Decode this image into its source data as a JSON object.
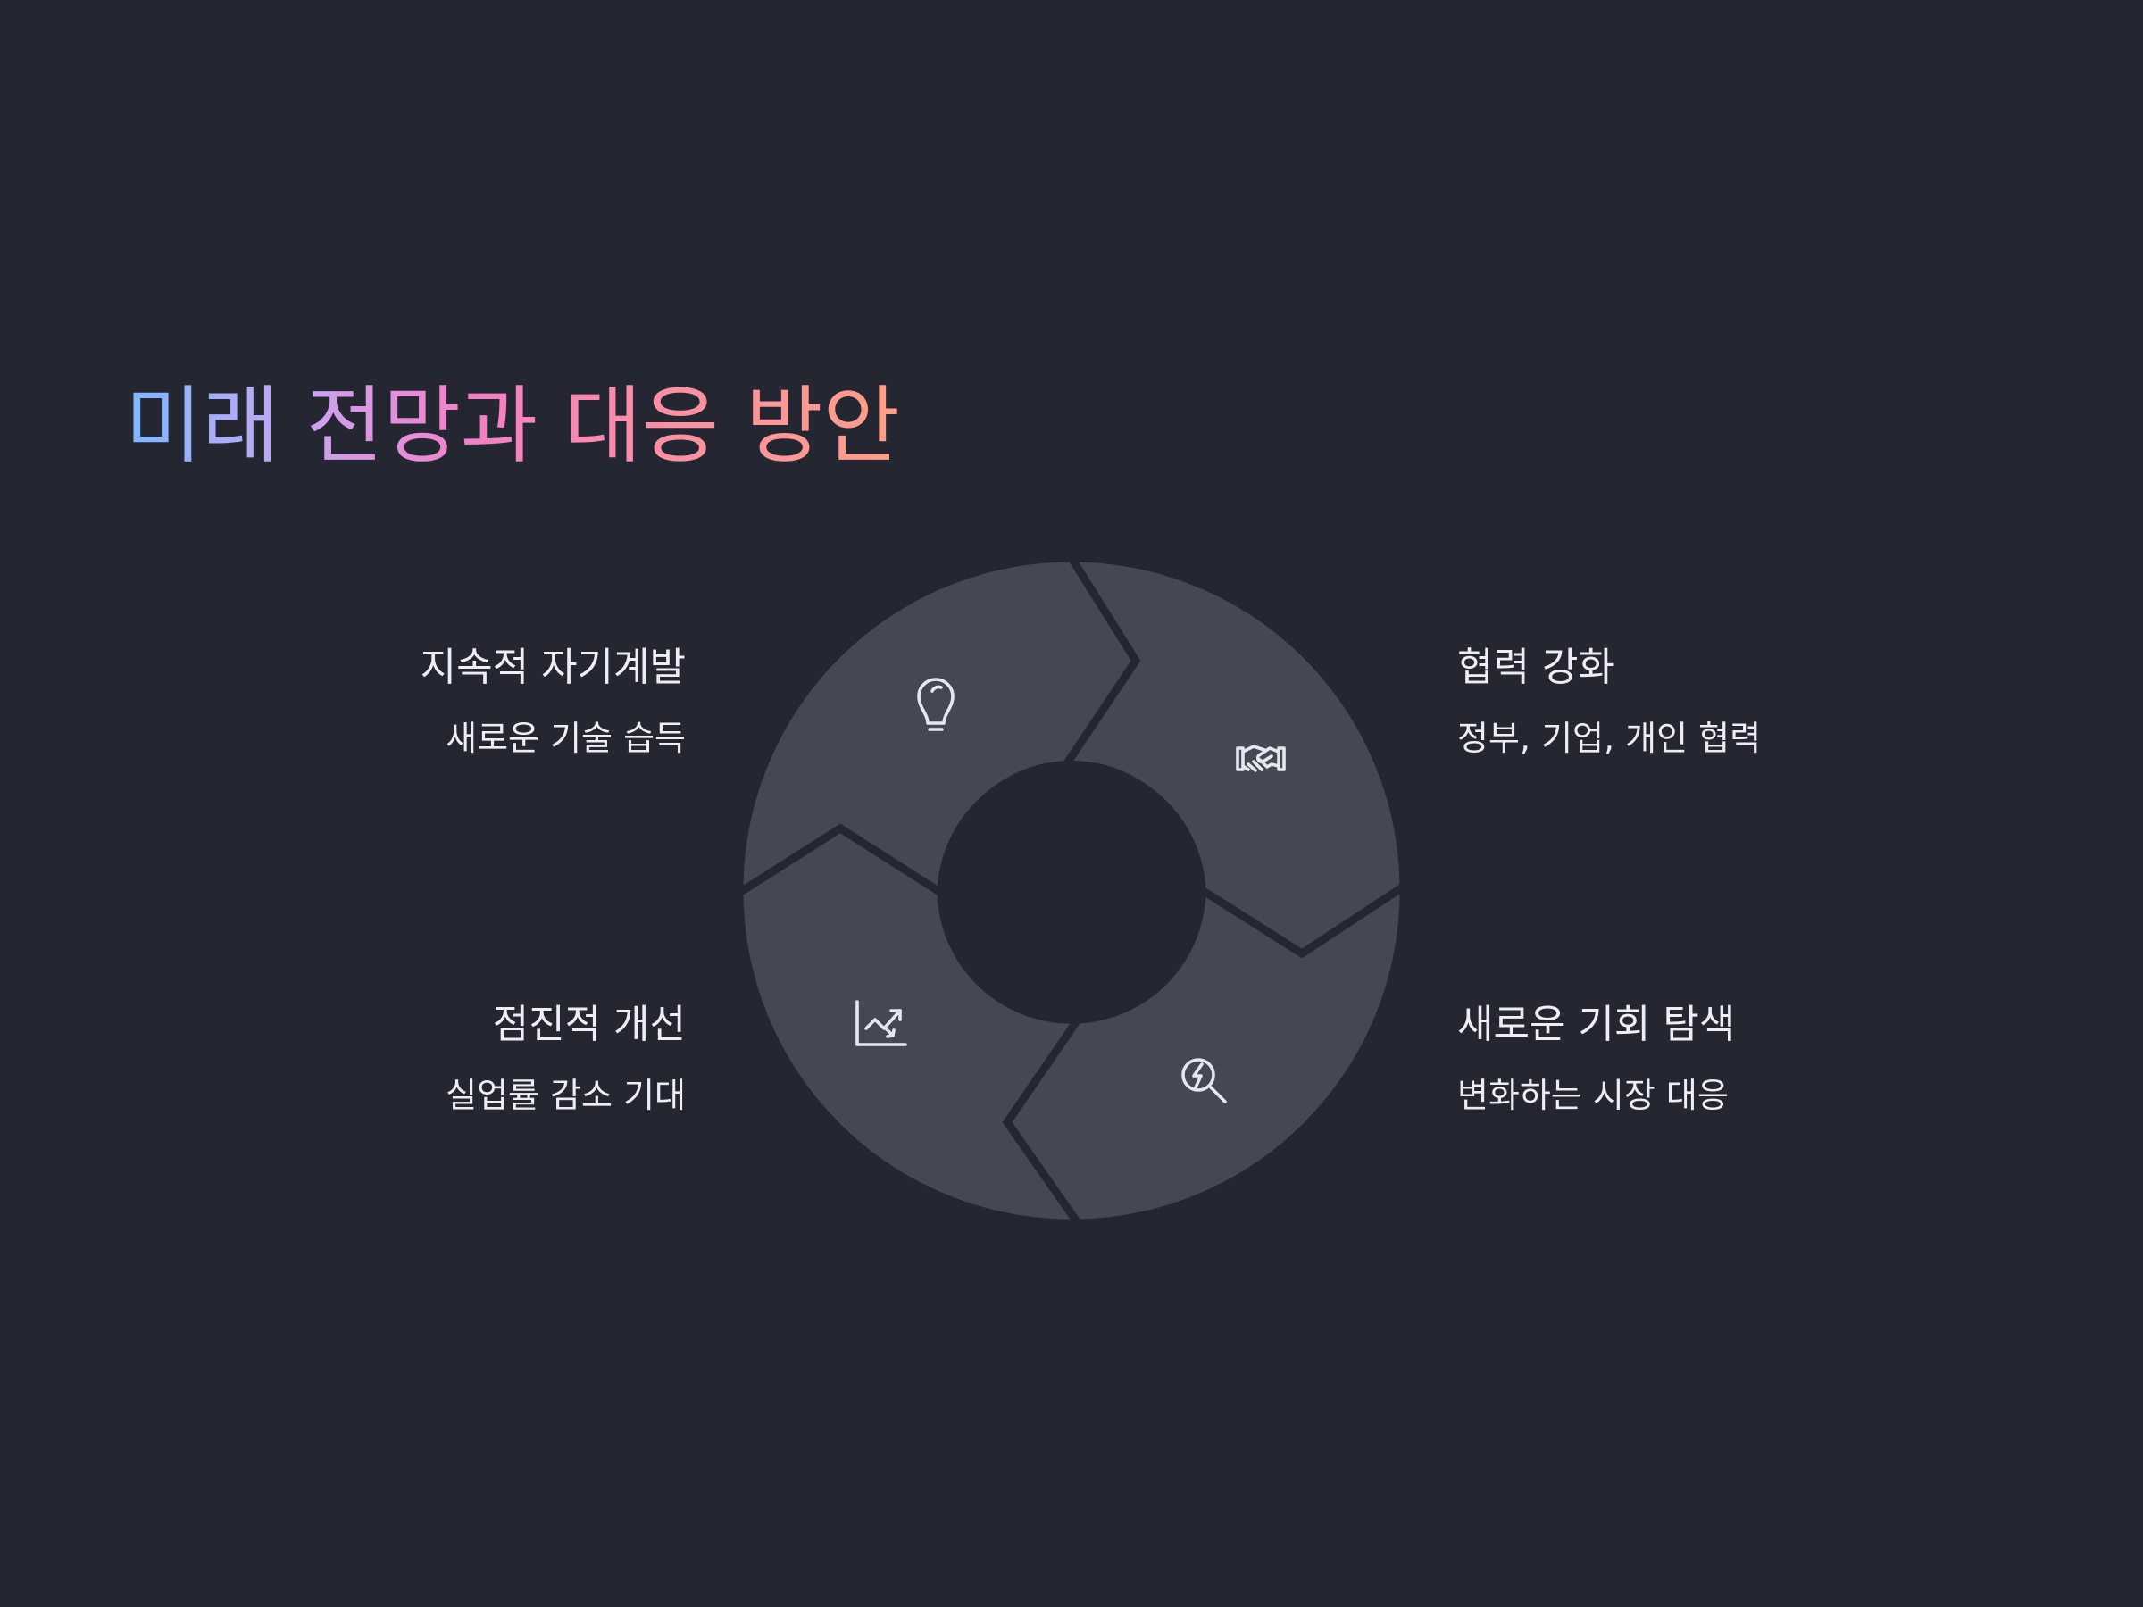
{
  "title": "미래 전망과 대응 방안",
  "steps": [
    {
      "heading": "지속적 자기계발",
      "detail": "새로운 기술 습득",
      "icon": "lightbulb-icon"
    },
    {
      "heading": "협력 강화",
      "detail": "정부, 기업, 개인 협력",
      "icon": "handshake-icon"
    },
    {
      "heading": "새로운 기회 탐색",
      "detail": "변화하는 시장 대응",
      "icon": "search-opportunity-icon"
    },
    {
      "heading": "점진적 개선",
      "detail": "실업률 감소 기대",
      "icon": "trend-chart-icon"
    }
  ],
  "colors": {
    "background": "#242632",
    "segment": "#454854",
    "text": "#eceef4",
    "title_gradient": [
      "#7cb8ff",
      "#c8a6f2",
      "#f47fc6",
      "#fb8fa4",
      "#ff9f86"
    ]
  }
}
